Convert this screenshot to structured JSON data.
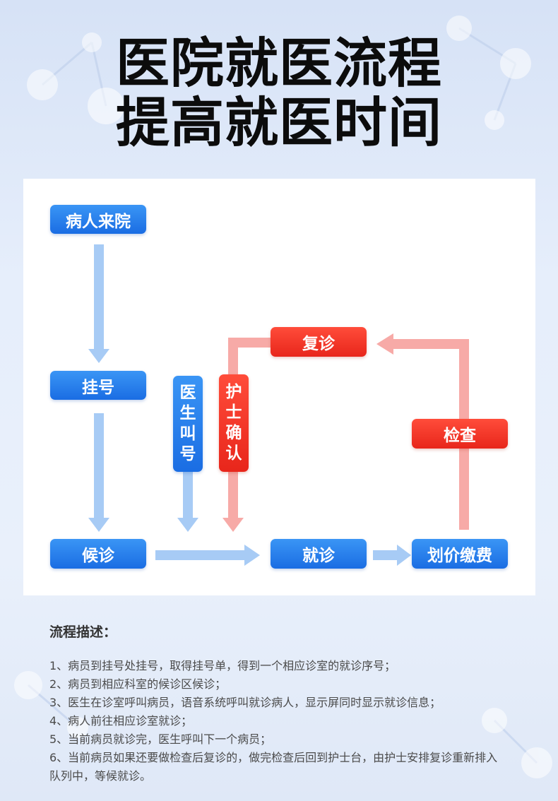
{
  "title": {
    "line1": "医院就医流程",
    "line2": "提高就医时间"
  },
  "flow": {
    "patient_arrive": "病人来院",
    "register": "挂号",
    "waiting": "候诊",
    "doctor_call": [
      "医",
      "生",
      "叫",
      "号"
    ],
    "nurse_confirm": [
      "护",
      "士",
      "确",
      "认"
    ],
    "revisit": "复诊",
    "examination": "检查",
    "consultation": "就诊",
    "billing": "划价缴费"
  },
  "description": {
    "heading": "流程描述：",
    "items": [
      "1、病员到挂号处挂号，取得挂号单，得到一个相应诊室的就诊序号；",
      "2、病员到相应科室的候诊区候诊；",
      "3、医生在诊室呼叫病员，语音系统呼叫就诊病人，显示屏同时显示就诊信息；",
      "4、病人前往相应诊室就诊；",
      "5、当前病员就诊完，医生呼叫下一个病员；",
      "6、当前病员如果还要做检查后复诊的，做完检查后回到护士台，由护士安排复诊重新排入队列中，等候就诊。"
    ]
  },
  "colors": {
    "blue_node": "#1a6de3",
    "red_node": "#e8261b",
    "blue_arrow": "#9dc5f5",
    "red_arrow": "#f7a9a6"
  }
}
